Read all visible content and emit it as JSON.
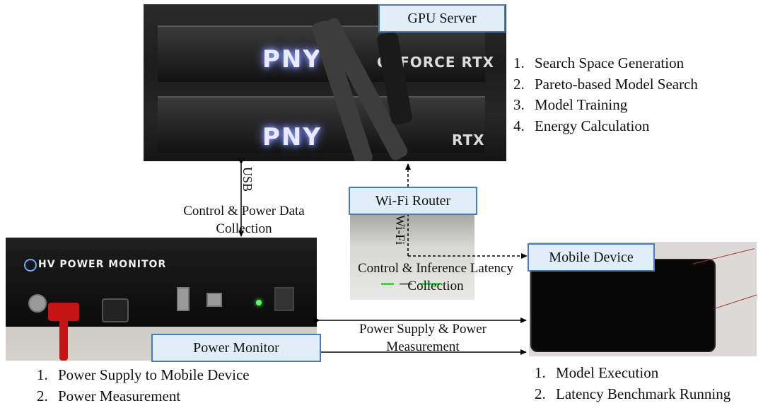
{
  "nodes": {
    "gpu_server": {
      "label": "GPU Server",
      "tasks": [
        "Search Space Generation",
        "Pareto-based Model Search",
        "Model Training",
        "Energy Calculation"
      ]
    },
    "wifi_router": {
      "label": "Wi-Fi Router"
    },
    "mobile_device": {
      "label": "Mobile Device",
      "tasks": [
        "Model Execution",
        "Latency Benchmark Running"
      ]
    },
    "power_monitor": {
      "label": "Power Monitor",
      "tasks": [
        "Power Supply to Mobile Device",
        "Power Measurement"
      ]
    }
  },
  "list_numbers": [
    "1.",
    "2.",
    "3.",
    "4."
  ],
  "connections": {
    "usb": {
      "medium": "USB",
      "line1": "Control & Power Data",
      "line2": "Collection"
    },
    "wifi": {
      "medium": "Wi-Fi",
      "line1": "Control & Inference Latency",
      "line2": "Collection"
    },
    "power": {
      "line1": "Power Supply & Power",
      "line2": "Measurement"
    }
  },
  "photo_text": {
    "gpu_brand": "PNY",
    "gpu_model": "GEFORCE RTX",
    "gpu_model_short": "RTX",
    "monitor_brand": "HV POWER MONITOR"
  },
  "colors": {
    "tag_fill": "#dfeef9",
    "tag_border": "#4a7db4"
  }
}
